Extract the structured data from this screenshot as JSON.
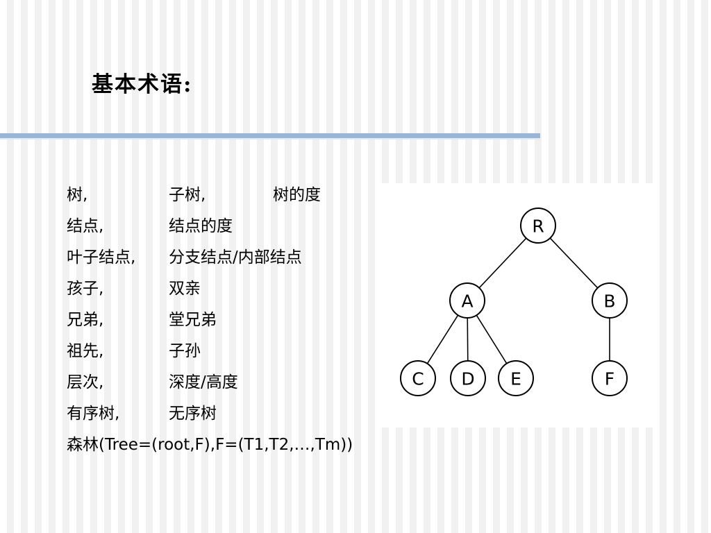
{
  "slide": {
    "title": "基本术语:"
  },
  "terms": [
    {
      "c1": "树,",
      "c2": "子树,",
      "c3": "树的度"
    },
    {
      "c1": "结点,",
      "c2": "结点的度"
    },
    {
      "c1": "叶子结点,",
      "c2": "分支结点/内部结点"
    },
    {
      "c1": "孩子,",
      "c2": "双亲"
    },
    {
      "c1": "兄弟,",
      "c2": "堂兄弟"
    },
    {
      "c1": "祖先,",
      "c2": "子孙"
    },
    {
      "c1": "层次,",
      "c2": "深度/高度"
    },
    {
      "c1": "有序树,",
      "c2": "无序树"
    }
  ],
  "forest": "森林(Tree=(root,F),F=(T1,T2,…,Tm))",
  "tree": {
    "nodes": [
      "R",
      "A",
      "B",
      "C",
      "D",
      "E",
      "F"
    ],
    "edges": [
      [
        "R",
        "A"
      ],
      [
        "R",
        "B"
      ],
      [
        "A",
        "C"
      ],
      [
        "A",
        "D"
      ],
      [
        "A",
        "E"
      ],
      [
        "B",
        "F"
      ]
    ]
  }
}
